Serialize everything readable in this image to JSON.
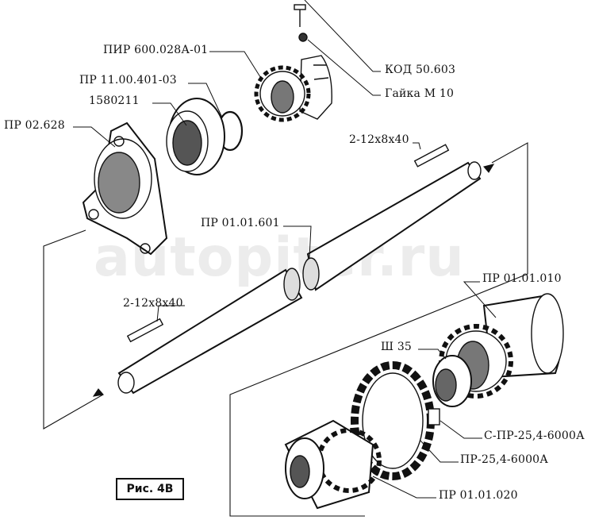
{
  "figure_label": "Рис. 4В",
  "watermark": "autopiter.ru",
  "labels": {
    "sprocket_top": "ПИР 600.028А-01",
    "ring": "ПР 11.00.401-03",
    "bearing": "1580211",
    "flange": "ПР 02.628",
    "bolt": "КОД 50.603",
    "nut": "Гайка М 10",
    "key_top": "2-12х8х40",
    "shaft": "ПР 01.01.601",
    "hub_sprocket": "ПР 01.01.010",
    "key_left": "2-12х8х40",
    "washer": "Ш 35",
    "chain_link": "С-ПР-25,4-6000А",
    "chain": "ПР-25,4-6000А",
    "cone_sprocket": "ПР 01.01.020"
  }
}
